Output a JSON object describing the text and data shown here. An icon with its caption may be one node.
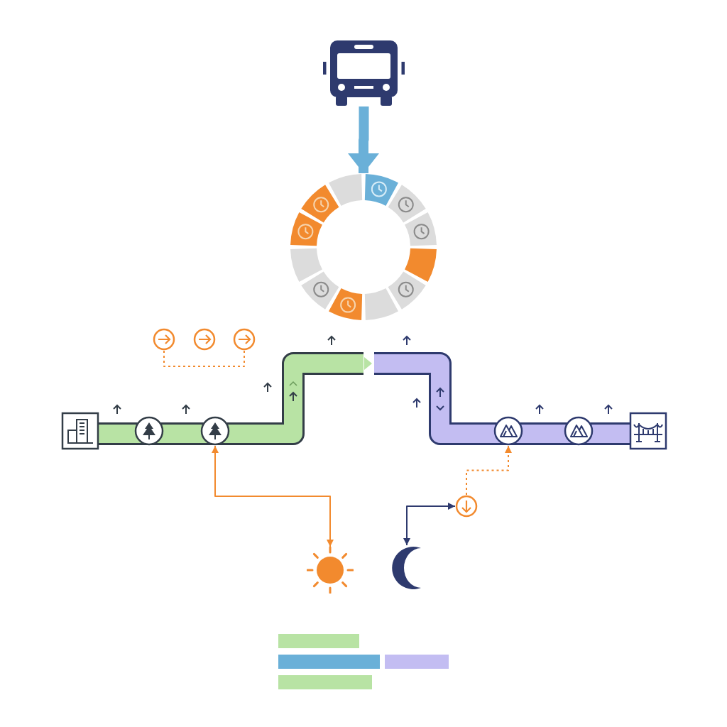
{
  "diagram": {
    "nodes": [
      {
        "text": [],
        "shape": "bus"
      },
      {
        "text": [],
        "shape": "circle"
      },
      {
        "text": [],
        "shape": "circle"
      },
      {
        "text": [],
        "shape": "circle"
      },
      {
        "text": [],
        "shape": "circle"
      },
      {
        "text": [],
        "shape": "circle"
      },
      {
        "text": [],
        "shape": "circle"
      },
      {
        "text": [],
        "shape": "circle"
      },
      {
        "text": [],
        "shape": "circle"
      },
      {
        "text": [],
        "shape": "circle"
      },
      {
        "text": [],
        "shape": "sun"
      },
      {
        "text": [],
        "shape": "moon"
      },
      {
        "text": [],
        "shape": "bar"
      },
      {
        "text": [],
        "shape": "bar"
      },
      {
        "text": [],
        "shape": "bar"
      },
      {
        "text": [],
        "shape": "bar"
      }
    ],
    "edges": [
      {
        "from": 0,
        "to": 1,
        "arrow": "to",
        "style": "thick",
        "color": "#6ab0d8"
      },
      {
        "from": 2,
        "to": 4,
        "arrow": "none",
        "style": "dashed"
      },
      {
        "from": 6,
        "to": 10,
        "arrow": "both"
      },
      {
        "from": 9,
        "to": 7,
        "arrow": "to",
        "style": "dashed"
      },
      {
        "from": 11,
        "to": 9,
        "arrow": "both",
        "color": "#2e3a6e"
      }
    ]
  }
}
